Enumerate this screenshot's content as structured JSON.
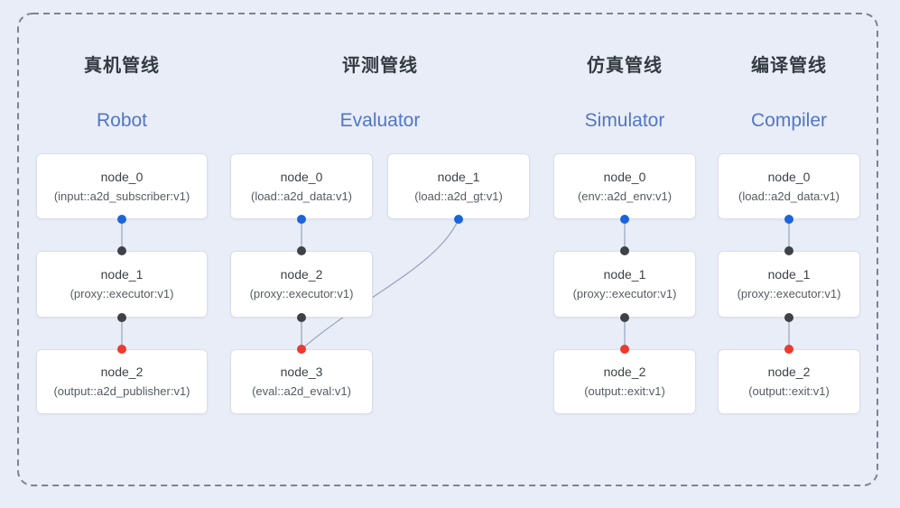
{
  "diagram": {
    "columns": [
      {
        "zh_title": "真机管线",
        "en_title": "Robot",
        "nodes": [
          {
            "title": "node_0",
            "subtitle": "(input::a2d_subscriber:v1)",
            "port_bottom": "blue"
          },
          {
            "title": "node_1",
            "subtitle": "(proxy::executor:v1)",
            "port_top": "dark",
            "port_bottom": "dark"
          },
          {
            "title": "node_2",
            "subtitle": "(output::a2d_publisher:v1)",
            "port_top": "red"
          }
        ]
      },
      {
        "zh_title": "评测管线",
        "en_title": "Evaluator",
        "nodes": [
          {
            "title": "node_0",
            "subtitle": "(load::a2d_data:v1)",
            "port_bottom": "blue"
          },
          {
            "title": "node_1",
            "subtitle": "(load::a2d_gt:v1)",
            "port_bottom": "blue"
          },
          {
            "title": "node_2",
            "subtitle": "(proxy::executor:v1)",
            "port_top": "dark",
            "port_bottom": "dark"
          },
          {
            "title": "node_3",
            "subtitle": "(eval::a2d_eval:v1)",
            "port_top": "red"
          }
        ]
      },
      {
        "zh_title": "仿真管线",
        "en_title": "Simulator",
        "nodes": [
          {
            "title": "node_0",
            "subtitle": "(env::a2d_env:v1)",
            "port_bottom": "blue"
          },
          {
            "title": "node_1",
            "subtitle": "(proxy::executor:v1)",
            "port_top": "dark",
            "port_bottom": "dark"
          },
          {
            "title": "node_2",
            "subtitle": "(output::exit:v1)",
            "port_top": "red"
          }
        ]
      },
      {
        "zh_title": "编译管线",
        "en_title": "Compiler",
        "nodes": [
          {
            "title": "node_0",
            "subtitle": "(load::a2d_data:v1)",
            "port_bottom": "blue"
          },
          {
            "title": "node_1",
            "subtitle": "(proxy::executor:v1)",
            "port_top": "dark",
            "port_bottom": "dark"
          },
          {
            "title": "node_2",
            "subtitle": "(output::exit:v1)",
            "port_top": "red"
          }
        ]
      }
    ],
    "edges_note": "node_0->node_1->node_2 vertical chains; evaluator node_1(load::a2d_gt) curves into node_3(eval) input",
    "colors": {
      "canvas_bg": "#e9edf8",
      "boundary_dash": "#7d8390",
      "node_border_color": "#d9dee9",
      "node_title_color": "#3c4147",
      "node_sub_color": "#555b63",
      "zh_title_color": "#343a41",
      "en_title_color": "#5176c7",
      "edge_color": "#98a2bb",
      "input_port_color": "#1c64d9",
      "mid_port_color": "#3e4146",
      "output_port_color": "#ee392c"
    }
  }
}
